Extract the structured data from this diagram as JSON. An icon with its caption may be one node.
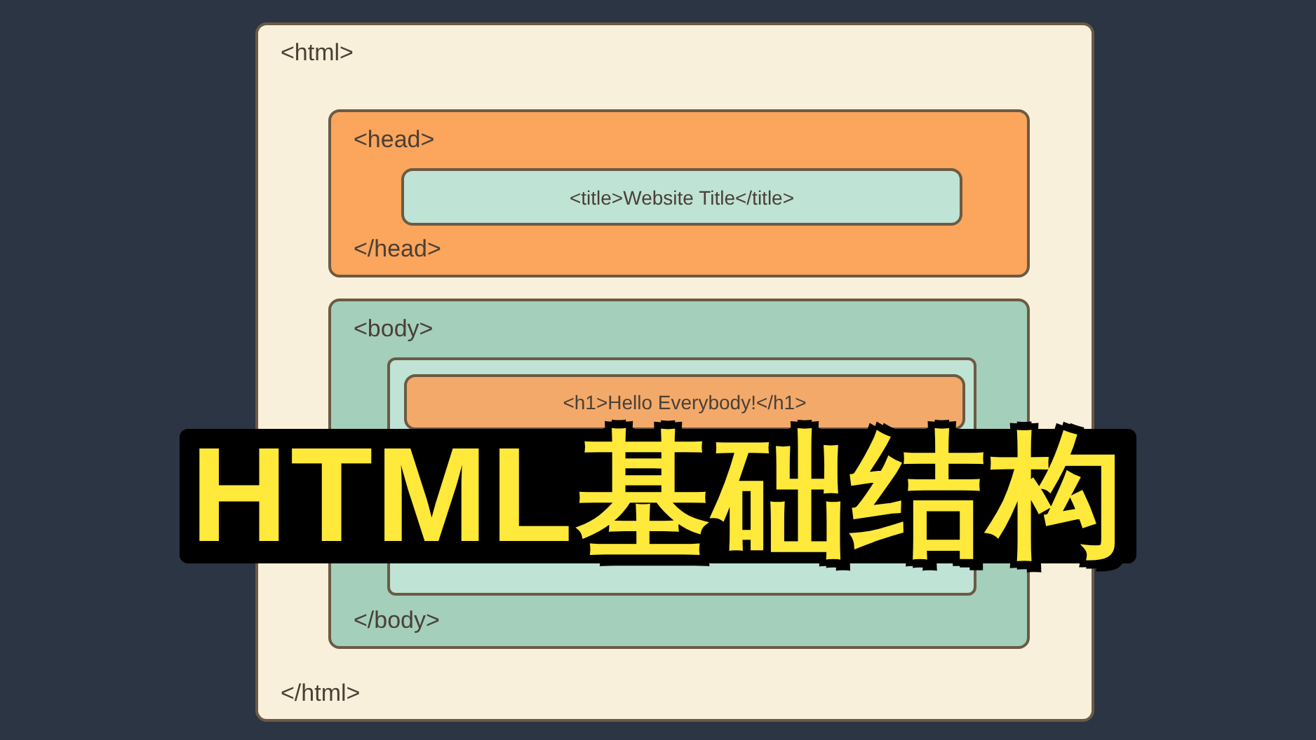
{
  "diagram": {
    "title": "HTML基础结构",
    "nodes": [
      {
        "text": [
          "<html>",
          "</html>"
        ]
      },
      {
        "text": [
          "<head>",
          "</head>"
        ],
        "in": 0
      },
      {
        "text": [
          "<title>Website Title</title>"
        ],
        "in": 1
      },
      {
        "text": [
          "<body>",
          "</body>"
        ],
        "in": 0
      },
      {
        "text": [],
        "shape": "box",
        "in": 3
      },
      {
        "text": [
          "<h1>Hello Everybody!</h1>"
        ],
        "in": 4
      }
    ],
    "edges": []
  }
}
